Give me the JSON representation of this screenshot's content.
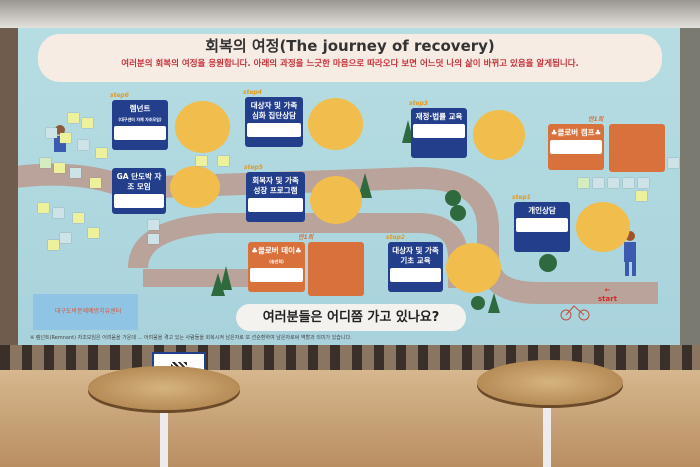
{
  "poster": {
    "title": "회복의 여정(The journey of recovery)",
    "subtitle": "여러분의 회복의 여정을 응원합니다. 아래의 과정을 느긋한 마음으로 따라오다 보면 어느덧 나의 삶이 바뀌고 있음을 알게됩니다.",
    "steps": [
      {
        "label": "step6",
        "title": "렘넌트",
        "sub": "(대구센터 자체 자조모임)"
      },
      {
        "label": "",
        "title": "GA 단도박 자조 모임",
        "sub": ""
      },
      {
        "label": "step4",
        "title": "대상자 및 가족 심화 집단상담",
        "sub": ""
      },
      {
        "label": "step5",
        "title": "회복자 및 가족 성장 프로그램",
        "sub": ""
      },
      {
        "label": "step3",
        "title": "재정·법률 교육",
        "sub": ""
      },
      {
        "label": "step1",
        "title": "개인상담",
        "sub": ""
      },
      {
        "label": "step2",
        "title": "대상자 및 가족 기초 교육",
        "sub": ""
      }
    ],
    "events": [
      {
        "label": "연1회",
        "title": "♣클로버 캠프♣"
      },
      {
        "label": "연1회",
        "title": "♣클로버 데이♣",
        "sub": "(송년회)"
      }
    ],
    "question": "여러분들은 어디쯤 가고 있나요?",
    "start_label": "start",
    "logo_text": "대구도박문제예방치유센터",
    "footnote": "※ 렘넌트(Remnant) 자조모임은 어려움을 가운데 ... 어려움을 겪고 있는 사람들을 회복시켜 남은자로 또 선순환하여 남은자로써 역할과 의미가 있습니다."
  },
  "colors": {
    "navy": "#233f8c",
    "orange": "#d9713c",
    "bubble": "#f1bd4c",
    "poster_bg": "#b0d8df",
    "accent_red": "#c6323a"
  }
}
